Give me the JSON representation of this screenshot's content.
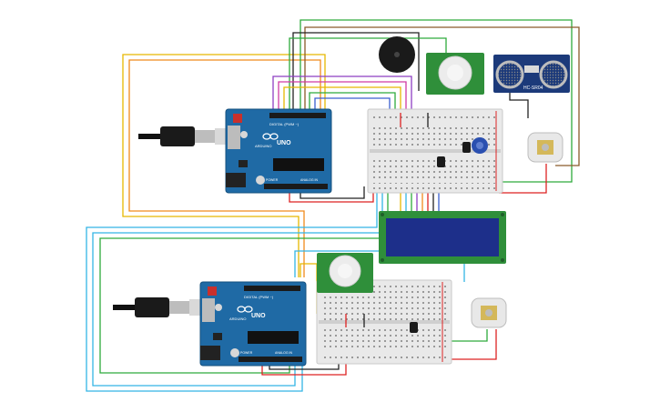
{
  "arduino": {
    "brand": "ARDUINO",
    "model": "UNO",
    "header_digital": "DIGITAL (PWM ~)",
    "header_power": "POWER",
    "header_analog": "ANALOG IN"
  },
  "ultrasonic": {
    "label": "HC-SR04"
  },
  "colors": {
    "board": "#1f6aa5",
    "breadboard": "#e9e9e9",
    "lcd": "#1d2f8a",
    "pir": "#2f8f3a",
    "wire_yellow": "#e6b800",
    "wire_cyan": "#33b5e5",
    "wire_green": "#2eaa3c",
    "wire_red": "#d22",
    "wire_black": "#222",
    "wire_brown": "#8a5a2a",
    "wire_purple": "#8e3fc2",
    "wire_orange": "#f08a1c"
  }
}
